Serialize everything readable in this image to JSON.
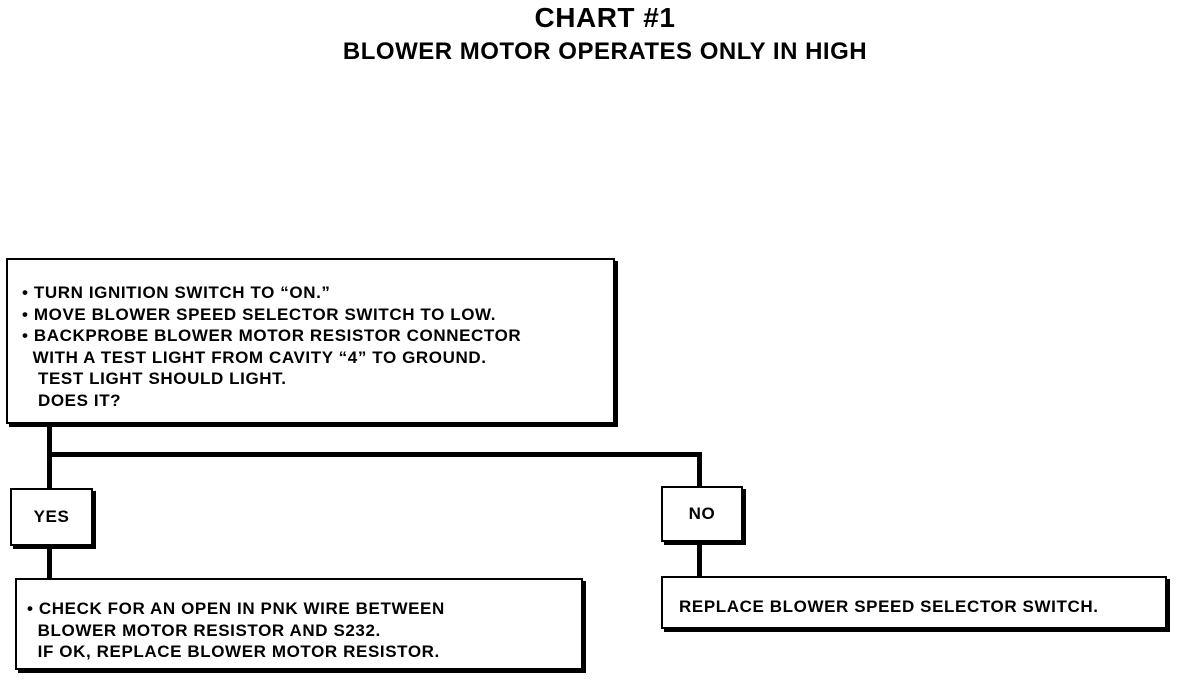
{
  "chart": {
    "title": "CHART #1",
    "subtitle": "BLOWER MOTOR OPERATES ONLY IN HIGH"
  },
  "steps": {
    "start": {
      "lines": [
        "• TURN IGNITION SWITCH TO “ON.”",
        "• MOVE BLOWER SPEED SELECTOR SWITCH TO LOW.",
        "• BACKPROBE BLOWER MOTOR RESISTOR CONNECTOR",
        "  WITH A TEST LIGHT FROM CAVITY “4” TO GROUND.",
        "   TEST LIGHT SHOULD LIGHT.",
        "   DOES IT?"
      ]
    },
    "yes_label": "YES",
    "no_label": "NO",
    "yes_result": {
      "lines": [
        "• CHECK FOR AN OPEN IN PNK WIRE BETWEEN",
        "  BLOWER MOTOR RESISTOR AND S232.",
        "  IF OK, REPLACE BLOWER MOTOR RESISTOR."
      ]
    },
    "no_result": {
      "lines": [
        "REPLACE BLOWER SPEED SELECTOR SWITCH."
      ]
    }
  }
}
